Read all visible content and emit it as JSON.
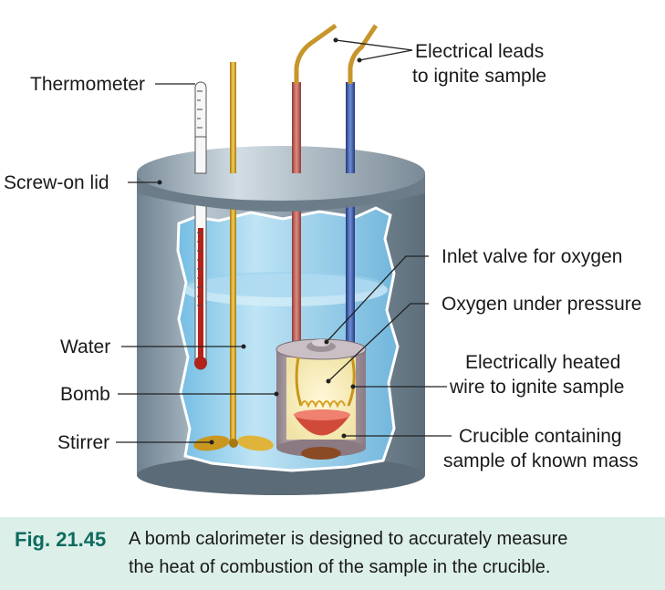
{
  "labels": {
    "electrical_leads_1": "Electrical leads",
    "electrical_leads_2": "to ignite sample",
    "thermometer": "Thermometer",
    "screw_on_lid": "Screw-on lid",
    "inlet_valve": "Inlet valve for oxygen",
    "oxygen_pressure": "Oxygen under pressure",
    "water": "Water",
    "heated_wire_1": "Electrically heated",
    "heated_wire_2": "wire to ignite sample",
    "bomb": "Bomb",
    "stirrer": "Stirrer",
    "crucible_1": "Crucible containing",
    "crucible_2": "sample of known mass"
  },
  "caption": {
    "number": "Fig. 21.45",
    "line1": "A bomb calorimeter is designed to accurately measure",
    "line2": "the heat of combustion of the sample in the crucible."
  },
  "colors": {
    "caption_background": "#dcefe9",
    "caption_number": "#0d6b5e",
    "water": "#a9d8ef",
    "vessel": "#8a9aa6",
    "red_electrode": "#c0605a",
    "blue_electrode": "#3b5aa8",
    "gold": "#d4a62a"
  }
}
